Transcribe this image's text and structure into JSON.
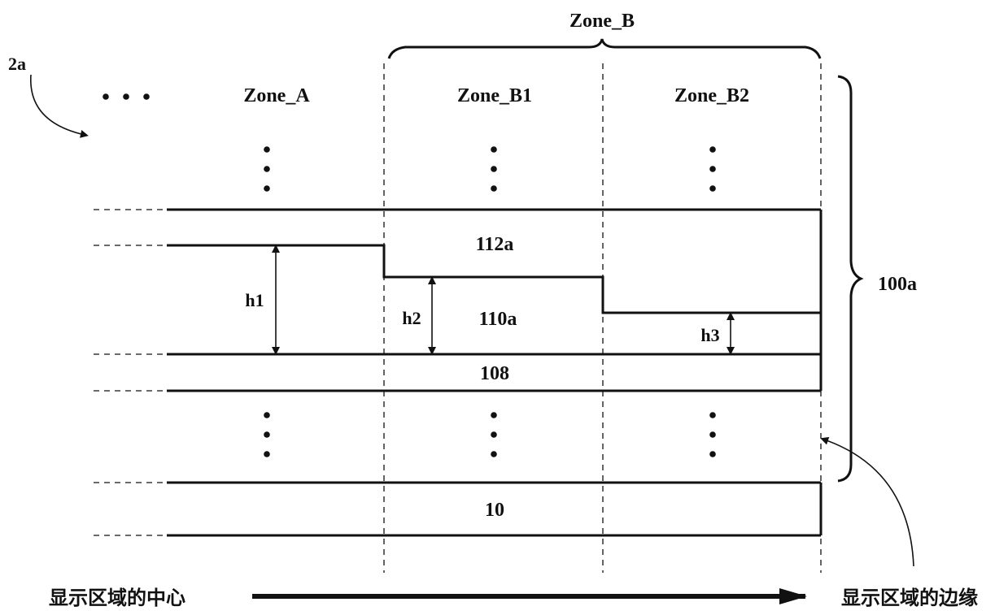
{
  "figure_label": "2a",
  "zones": {
    "group": "Zone_B",
    "a": "Zone_A",
    "b1": "Zone_B1",
    "b2": "Zone_B2"
  },
  "layers": {
    "l112": "112a",
    "l110": "110a",
    "l108": "108",
    "l10": "10"
  },
  "heights": {
    "h1": "h1",
    "h2": "h2",
    "h3": "h3"
  },
  "stack_label": "100a",
  "axis": {
    "left": "显示区域的中心",
    "right": "显示区域的边缘"
  }
}
